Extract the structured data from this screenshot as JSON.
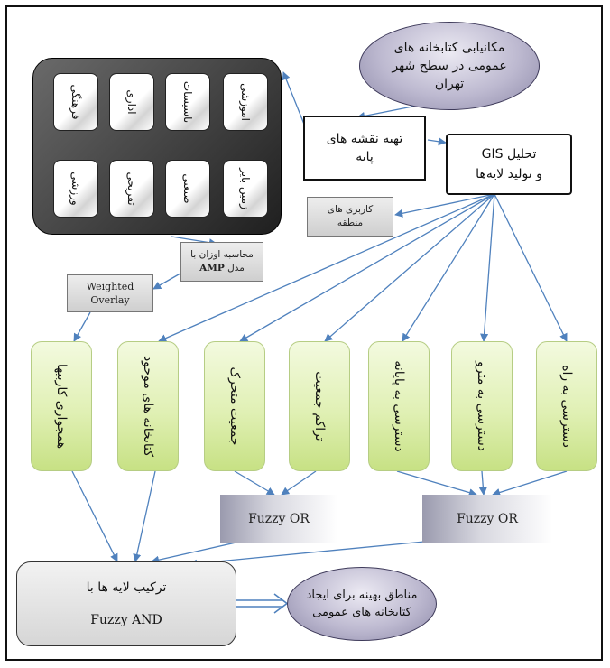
{
  "nodes": {
    "mechanization": "مکانیابی کتابخانه های عمومی در سطح شهر تهران",
    "base_maps": "تهیه نقشه های پایه",
    "gis": {
      "line1": "تحلیل GIS",
      "line2": "و تولید لایه‌ها"
    },
    "area_uses": "کاربری های منطقه",
    "weights": {
      "line1": "محاسبه اوزان با",
      "ahp": "AMP",
      "model": "مدل"
    },
    "weighted_overlay": {
      "line1": "Weighted",
      "line2": "Overlay"
    },
    "landuse_tiles": [
      "اموزشی",
      "تاسیسات",
      "اداری",
      "فرهنگی",
      "زمین بایر",
      "صنعتی",
      "تفریحی",
      "ورزشی"
    ],
    "criteria": [
      "همجواری کاربیها",
      "کتابخانه های موجود",
      "جمعیت متحرک",
      "تراکم جمعیت",
      "دسترسی به پایانه",
      "دسترسی به مترو",
      "دسترسی به راه"
    ],
    "fuzzy_or_left": "Fuzzy OR",
    "fuzzy_or_right": "Fuzzy OR",
    "combine": {
      "line1": "ترکیب لایه ها با",
      "line2": "Fuzzy AND"
    },
    "optimal": "مناطق بهینه برای ایجاد کتابخانه های عمومی"
  }
}
